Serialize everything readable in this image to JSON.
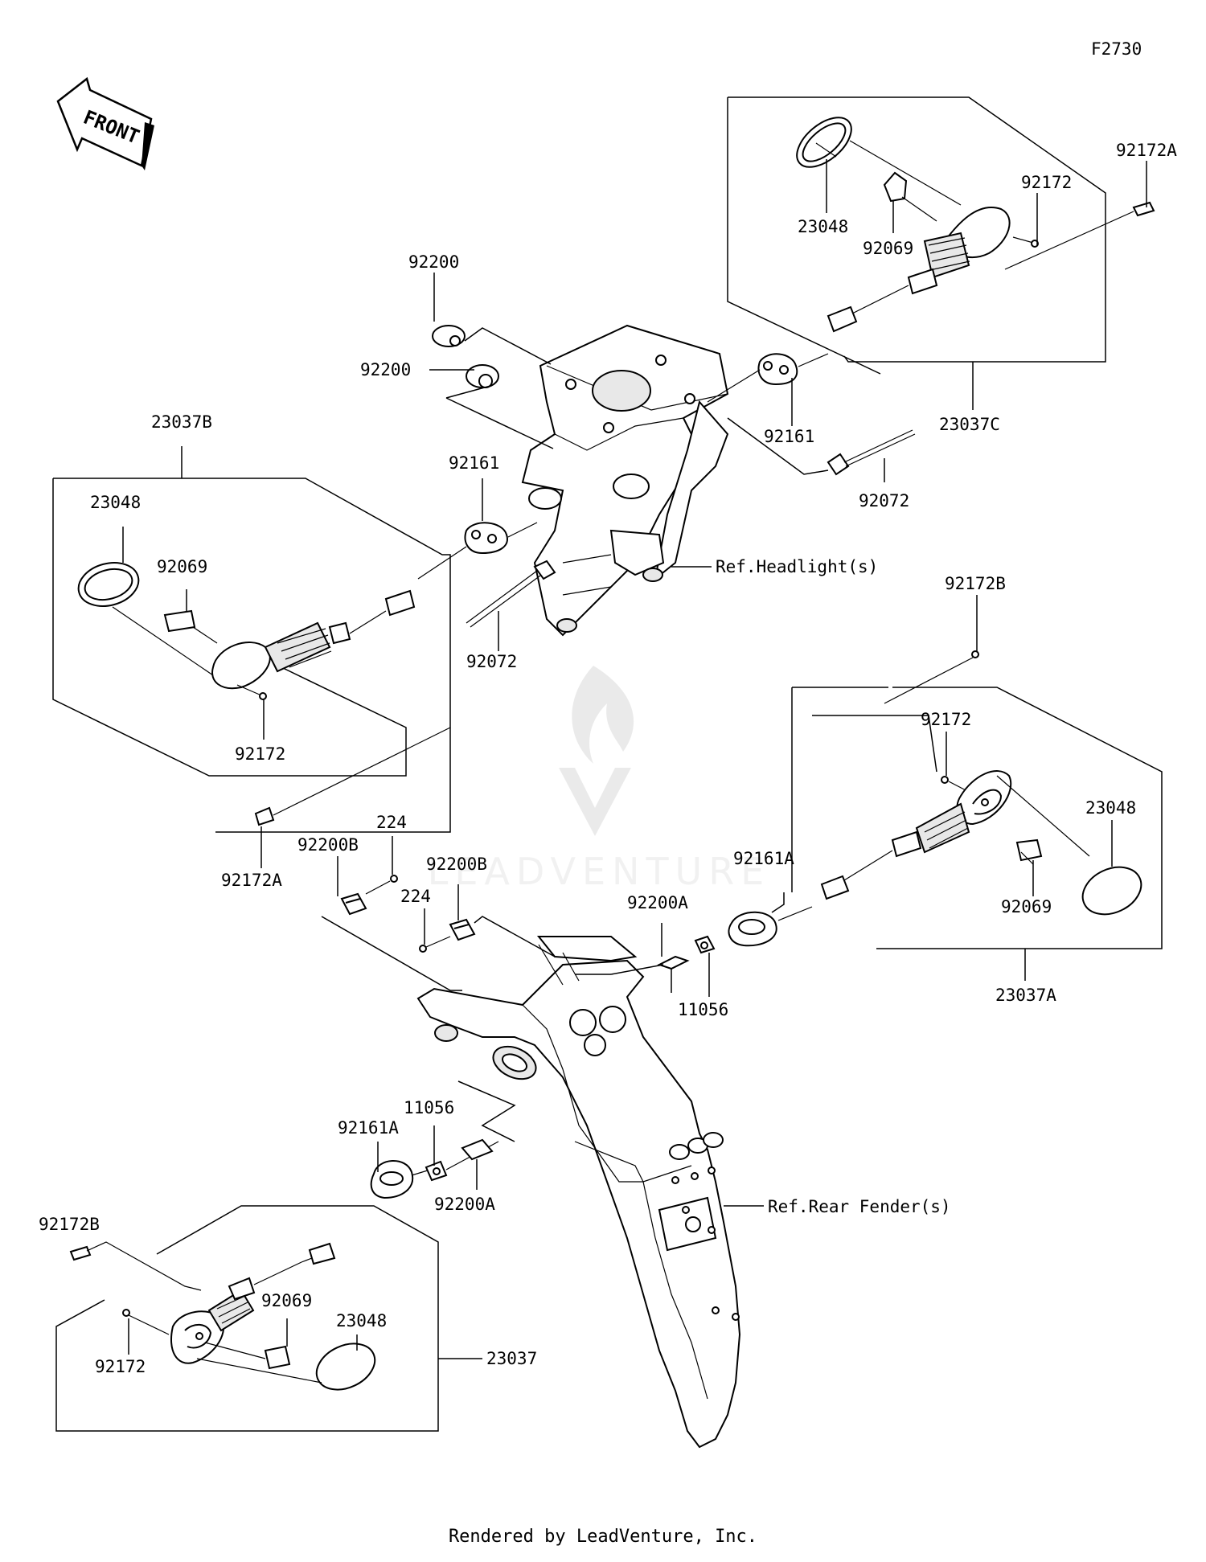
{
  "diagram_id": "F2730",
  "front_badge": "FRONT",
  "footer": "Rendered by LeadVenture, Inc.",
  "watermark": "LEADVENTURE",
  "refs": {
    "headlight": "Ref.Headlight(s)",
    "rear_fender": "Ref.Rear Fender(s)"
  },
  "labels": {
    "p92172A_tr": "92172A",
    "p92172_tr": "92172",
    "p23048_tr": "23048",
    "p92069_tr": "92069",
    "p92200_a": "92200",
    "p92200_b": "92200",
    "p92161_r": "92161",
    "p23037C": "23037C",
    "p92072_r": "92072",
    "p23037B": "23037B",
    "p23048_l": "23048",
    "p92069_l": "92069",
    "p92161_l": "92161",
    "p92072_l": "92072",
    "p92172_l": "92172",
    "p92172A_l": "92172A",
    "p92172B_r": "92172B",
    "p92172_mr": "92172",
    "p23048_mr": "23048",
    "p92161A_r": "92161A",
    "p92069_mr": "92069",
    "p23037A": "23037A",
    "p224_a": "224",
    "p92200B_a": "92200B",
    "p92200B_b": "92200B",
    "p224_b": "224",
    "p92200A_r": "92200A",
    "p11056_r": "11056",
    "p11056_l": "11056",
    "p92161A_l": "92161A",
    "p92200A_l": "92200A",
    "p92172B_l": "92172B",
    "p92069_bl": "92069",
    "p23048_bl": "23048",
    "p92172_bl": "92172",
    "p23037": "23037"
  }
}
